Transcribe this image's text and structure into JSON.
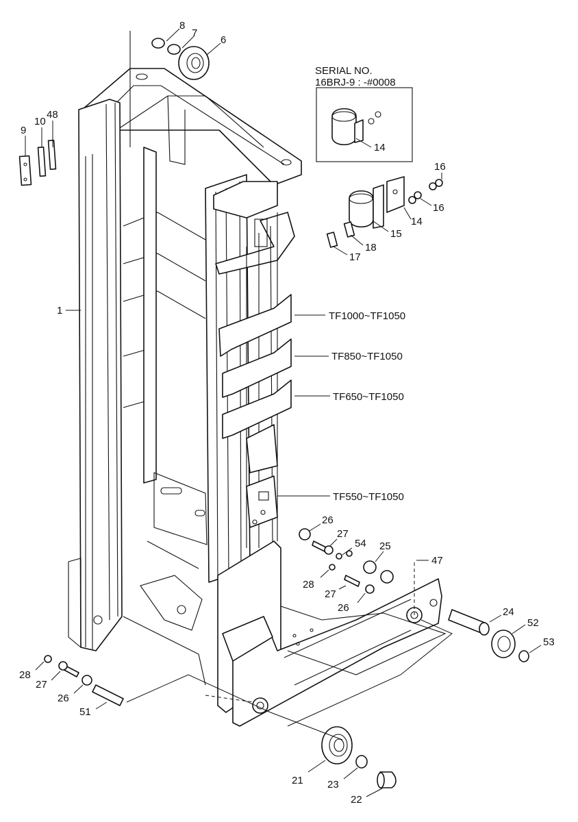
{
  "serial_box": {
    "line1": "SERIAL NO.",
    "line2": "16BRJ-9 : -#0008",
    "part": "14"
  },
  "callouts": [
    "8",
    "7",
    "6",
    "48",
    "9",
    "10",
    "1",
    "16",
    "16",
    "14",
    "15",
    "18",
    "17",
    "26",
    "27",
    "54",
    "25",
    "47",
    "28",
    "27",
    "26",
    "24",
    "52",
    "53",
    "28",
    "27",
    "26",
    "51",
    "21",
    "23",
    "22"
  ],
  "bands": [
    "TF1000~TF1050",
    "TF850~TF1050",
    "TF650~TF1050",
    "TF550~TF1050"
  ]
}
